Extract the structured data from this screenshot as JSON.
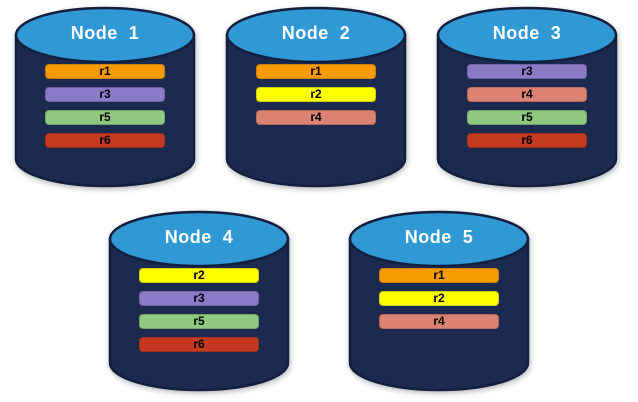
{
  "diagram": {
    "description": "Five database nodes shown as cylinders, each storing a set of replicas",
    "canvas_background": "#FFFFFF"
  },
  "palette": {
    "canvas_bg": "#FFFFFF",
    "cylinder_body": "#1C2A50",
    "cylinder_outline": "#121F3E",
    "cylinder_top": "#2F98D5",
    "node_label_color": "#FFFFFF",
    "bar_label_color": "#000000"
  },
  "replica_colors": {
    "r1": "#F89B00",
    "r2": "#FFFF00",
    "r3": "#8A7AC8",
    "r4": "#DC8272",
    "r5": "#8FC87E",
    "r6": "#C43A20"
  },
  "rows": [
    {
      "nodes": [
        {
          "label": "Node  1",
          "replicas": [
            "r1",
            "r3",
            "r5",
            "r6"
          ]
        },
        {
          "label": "Node  2",
          "replicas": [
            "r1",
            "r2",
            "r4"
          ]
        },
        {
          "label": "Node  3",
          "replicas": [
            "r3",
            "r4",
            "r5",
            "r6"
          ]
        }
      ]
    },
    {
      "nodes": [
        {
          "label": "Node  4",
          "replicas": [
            "r2",
            "r3",
            "r5",
            "r6"
          ]
        },
        {
          "label": "Node  5",
          "replicas": [
            "r1",
            "r2",
            "r4"
          ]
        }
      ]
    }
  ]
}
